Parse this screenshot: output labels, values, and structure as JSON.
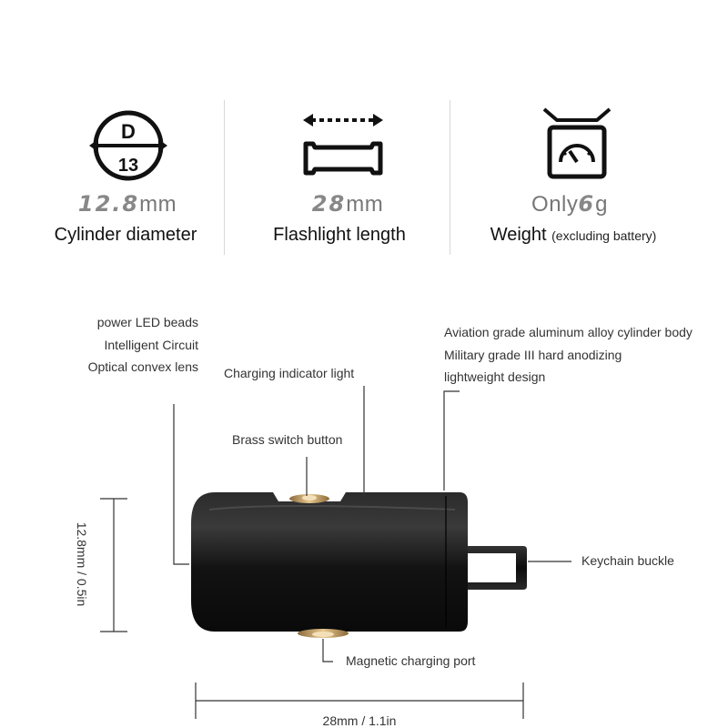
{
  "specs": [
    {
      "value": "12.8",
      "unit": "mm",
      "label": "Cylinder diameter",
      "icon": "diameter-icon",
      "icon_text_top": "D",
      "icon_text_bottom": "13"
    },
    {
      "value": "28",
      "unit": "mm",
      "label": "Flashlight length",
      "icon": "length-icon"
    },
    {
      "prefix": "Only",
      "value": "6",
      "unit": "g",
      "label": "Weight",
      "note": "(excluding battery)",
      "icon": "scale-icon"
    }
  ],
  "callouts": {
    "led_line1": "power LED beads",
    "led_line2": "Intelligent Circuit",
    "led_line3": "Optical convex lens",
    "charging_indicator": "Charging indicator light",
    "brass_switch": "Brass switch button",
    "body_line1": "Aviation grade aluminum alloy cylinder body",
    "body_line2": "Military grade III hard anodizing",
    "body_line3": "lightweight design",
    "keychain": "Keychain buckle",
    "magnetic_port": "Magnetic charging port"
  },
  "dimensions": {
    "height": "12.8mm / 0.5in",
    "width": "28mm / 1.1in"
  },
  "colors": {
    "body": "#1a1a1a",
    "brass": "#c9a46a",
    "value_gray": "#888888"
  }
}
